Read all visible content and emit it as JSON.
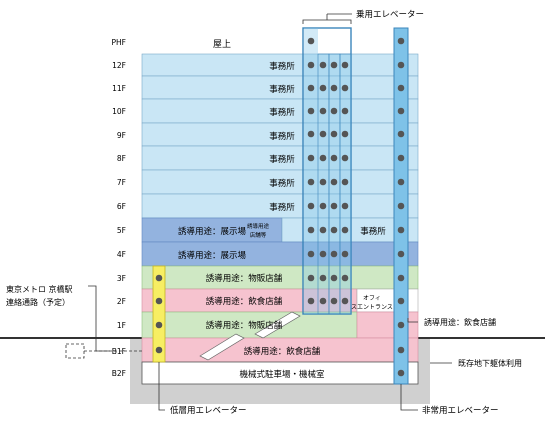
{
  "floors": [
    {
      "key": "PHF",
      "label": "PHF"
    },
    {
      "key": "12F",
      "label": "12F"
    },
    {
      "key": "11F",
      "label": "11F"
    },
    {
      "key": "10F",
      "label": "10F"
    },
    {
      "key": "9F",
      "label": "9F"
    },
    {
      "key": "8F",
      "label": "8F"
    },
    {
      "key": "7F",
      "label": "7F"
    },
    {
      "key": "6F",
      "label": "6F"
    },
    {
      "key": "5F",
      "label": "5F"
    },
    {
      "key": "4F",
      "label": "4F"
    },
    {
      "key": "3F",
      "label": "3F"
    },
    {
      "key": "2F",
      "label": "2F"
    },
    {
      "key": "1F",
      "label": "1F"
    },
    {
      "key": "B1F",
      "label": "B1F"
    },
    {
      "key": "B2F",
      "label": "B2F"
    }
  ],
  "rooms": {
    "rooftop": "屋上",
    "office_12": "事務所",
    "office_11": "事務所",
    "office_10": "事務所",
    "office_9": "事務所",
    "office_8": "事務所",
    "office_7": "事務所",
    "office_6": "事務所",
    "office_5": "事務所",
    "exhibit_5": "誘導用途：展示場",
    "exhibit_4": "誘導用途：展示場",
    "exhibit_office_5": "展示場",
    "retail_3": "誘導用途：物販店舗",
    "dining_2": "誘導用途：飲食店舗",
    "retail_1": "誘導用途：物販店舗",
    "dining_b1": "誘導用途：飲食店舗",
    "parking_b2": "機械式駐車場・機械室",
    "office_entrance": "オフィスエントランス"
  },
  "small_note_5f": [
    "誘導用途",
    "店舗等"
  ],
  "callouts": {
    "passenger_elevator": "乗用エレベーター",
    "tokyo_metro": [
      "東京メトロ 京橋駅",
      "連絡通路（予定）"
    ],
    "dining_1f": "誘導用途：飲食店舗",
    "existing_basement": "既存地下躯体利用",
    "low_rise_elevator": "低層用エレベーター",
    "emergency_elevator": "非常用エレベーター"
  },
  "colors": {
    "office": "#c9e6f5",
    "exhibit": "#93b3df",
    "retail": "#cfe8c4",
    "dining": "#f6c3cf",
    "shaft_blue": "#7ec2e8",
    "lowrise_yellow": "#f7ee63",
    "ground_gray": "#d0d0d0",
    "ground_line": "#333333"
  }
}
